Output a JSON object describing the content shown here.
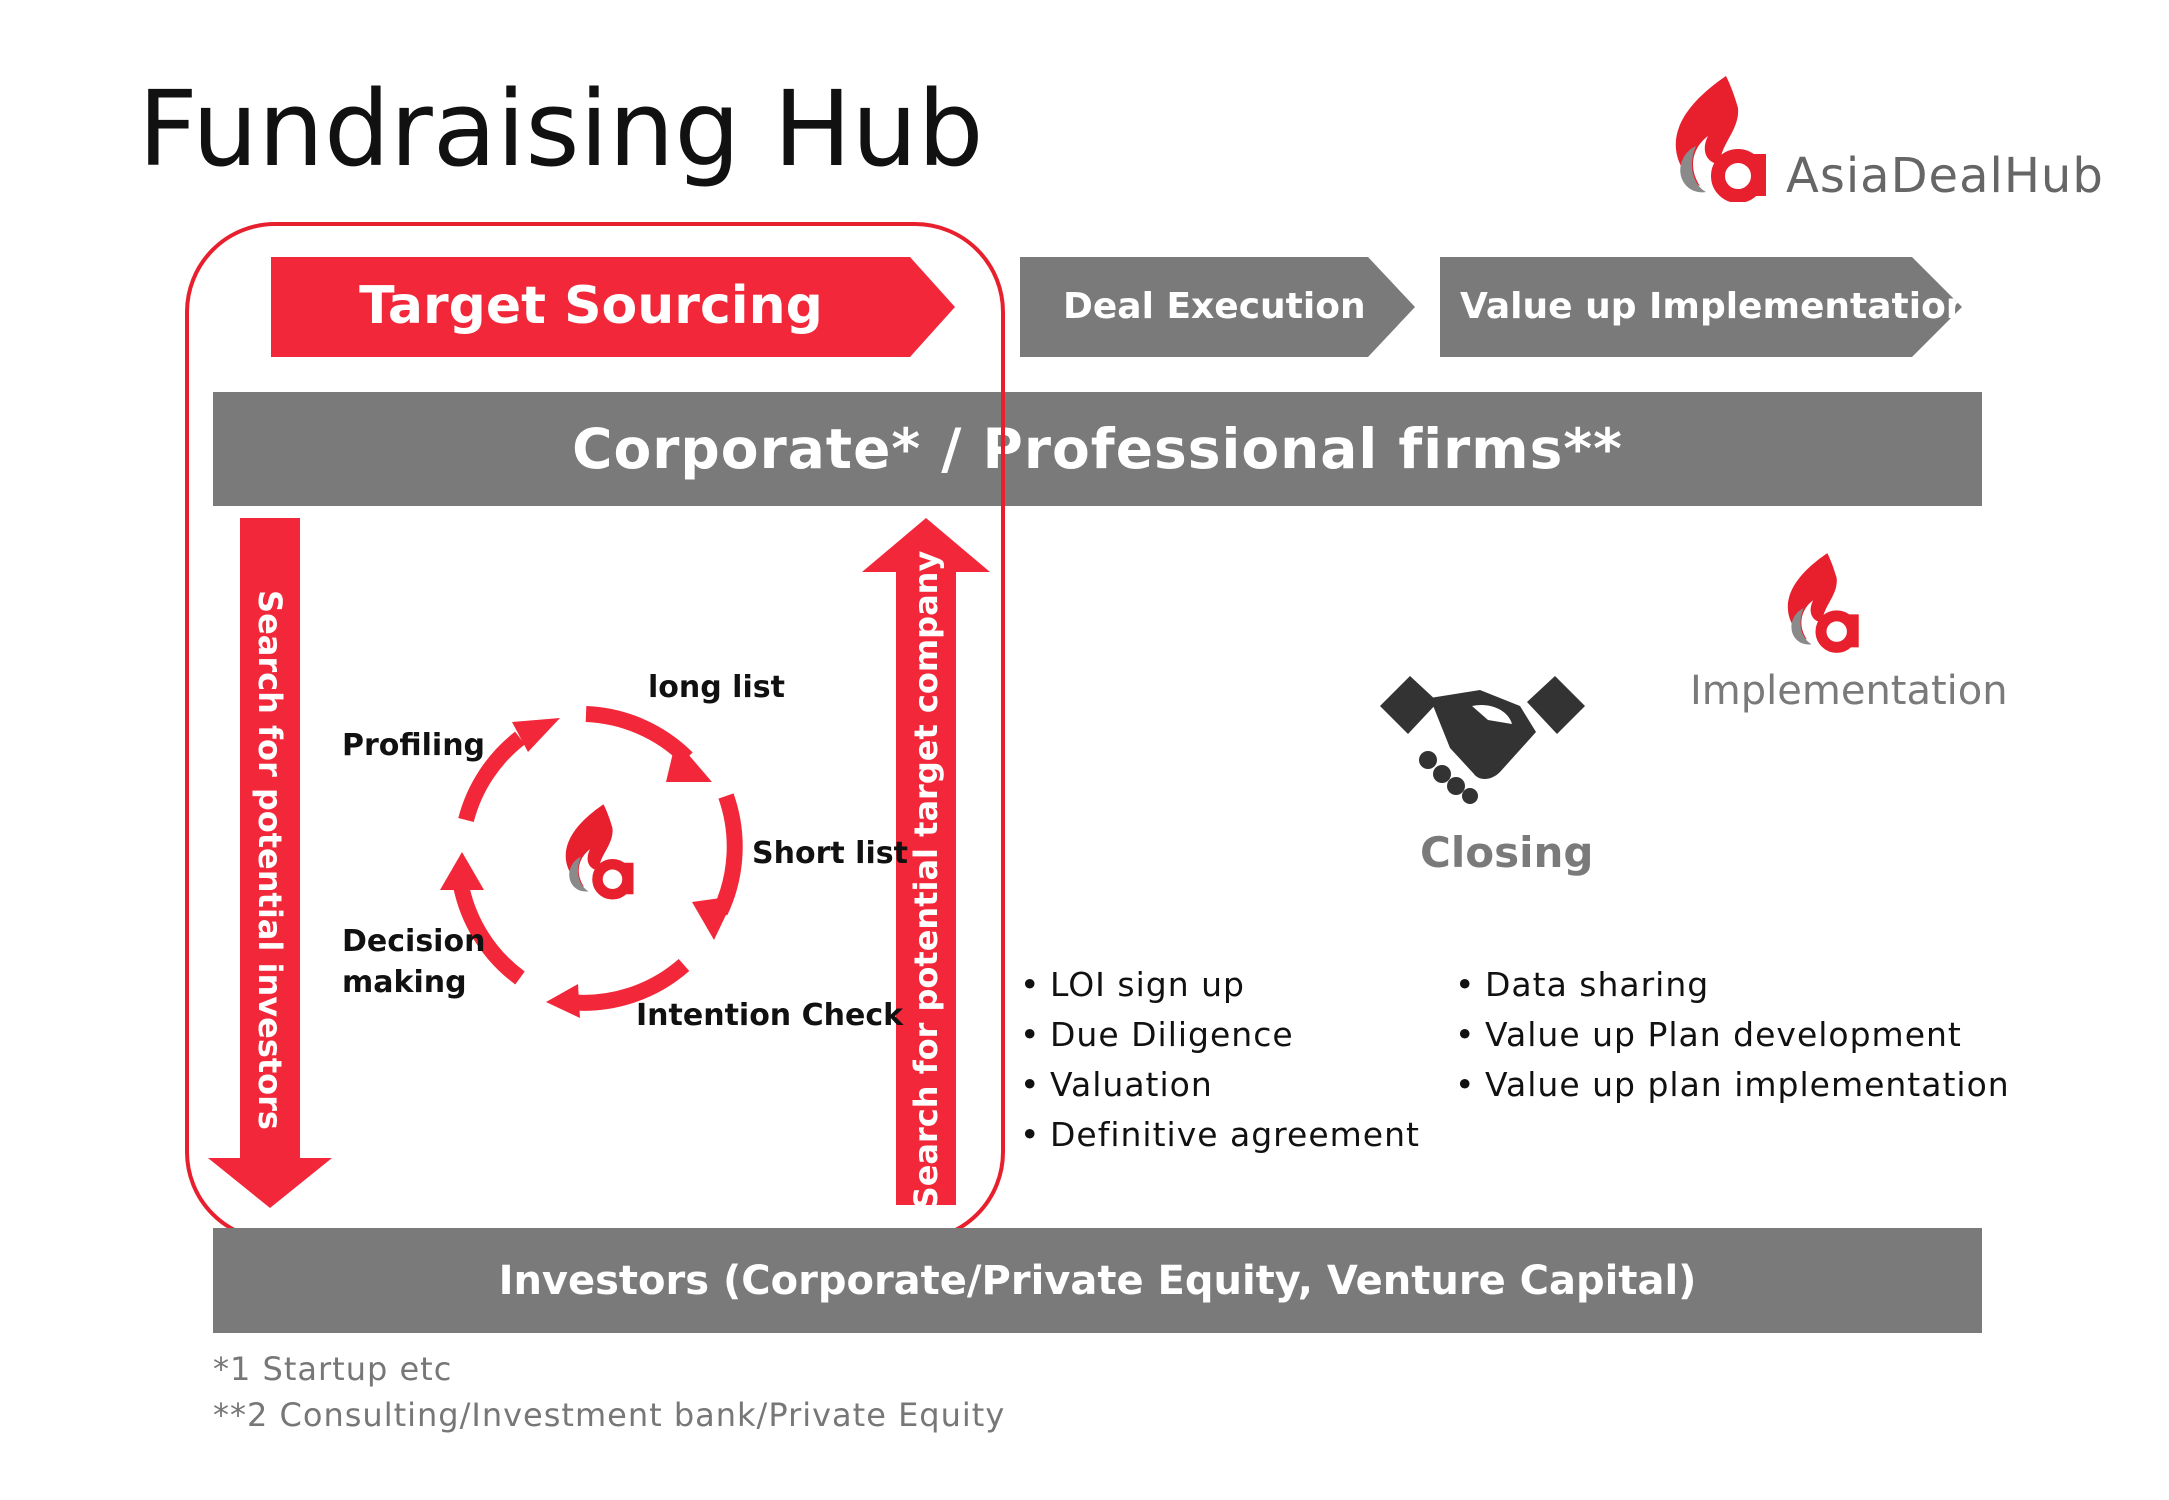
{
  "title": "Fundraising Hub",
  "brand": {
    "name": "AsiaDealHub",
    "accent": "#e8202e",
    "gray": "#7a7a7a"
  },
  "stages": [
    {
      "label": "Target Sourcing",
      "highlighted": true
    },
    {
      "label": "Deal Execution",
      "highlighted": false
    },
    {
      "label": "Value up Implementation",
      "highlighted": false
    }
  ],
  "top_bar": "Corporate* / Professional firms**",
  "bottom_bar": "Investors (Corporate/Private Equity, Venture Capital)",
  "vertical_arrows": {
    "down": "Search for potential investors",
    "up": "Search for potential target company"
  },
  "cycle": {
    "items": [
      "long list",
      "Short list",
      "Intention Check",
      "Decision\nmaking",
      "Profiling"
    ]
  },
  "closing": {
    "label": "Closing",
    "icon": "handshake-icon",
    "bullets": [
      "LOI sign up",
      "Due Diligence",
      "Valuation",
      "Definitive agreement"
    ]
  },
  "implementation": {
    "label": "Implementation",
    "icon": "asiadealhub-logo-icon",
    "bullets": [
      "Data sharing",
      "Value up Plan development",
      "Value up plan implementation"
    ]
  },
  "footnotes": [
    "*1 Startup etc",
    "**2 Consulting/Investment bank/Private Equity"
  ]
}
